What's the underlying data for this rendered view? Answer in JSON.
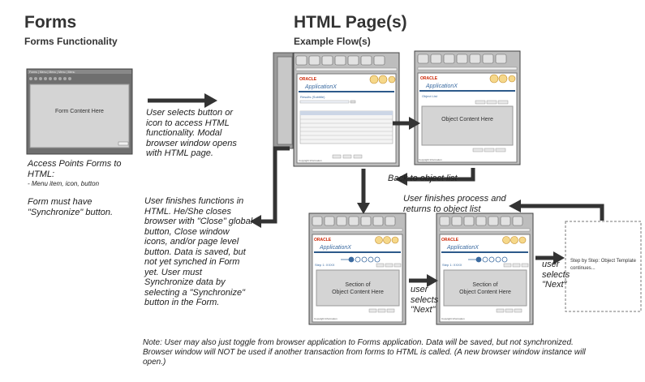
{
  "left": {
    "title": "Forms",
    "subtitle": "Forms Functionality",
    "mock_menu": "Forms | Menu | Menu | Menu | Menu",
    "content_label": "Form Content Here",
    "access_title": "Access Points Forms to HTML:",
    "access_list": "- Menu item, icon, button",
    "sync_note": "Form must have \"Synchronize\" button."
  },
  "right": {
    "title": "HTML Page(s)",
    "subtitle": "Example Flow(s)"
  },
  "labels": {
    "user_selects": "User selects button or icon to access HTML functionality. Modal browser window opens with HTML page.",
    "back_to_list": "Back to object list",
    "finishes_process": "User finishes process and returns to object list",
    "finishes_functions": "User finishes functions in HTML. He/She closes browser with \"Close\" global button, Close window icons, and/or page level button. Data is saved, but not yet synched in Form yet. User must Synchronize data by selecting a \"Synchronize\" button in the Form.",
    "user_selects_next_1": "user selects \"Next\"",
    "user_selects_next_2": "user selects \"Next\"",
    "step_template": "Step by Step: Object Template continues..."
  },
  "windows": {
    "oracle": "ORACLE",
    "app_name": "ApplicationX",
    "object_content": "Object Content Here",
    "section_content": "Section of Object Content Here",
    "object_list": "Object List",
    "results": "Results (Subtitle)",
    "step": "Step 1: XXXX",
    "copyright": "Copyright Information"
  },
  "footer_note": "Note: User may also just toggle from browser application to Forms application. Data will be saved, but not synchronized. Browser window will NOT be used if another transaction from forms to HTML is called. (A new browser window instance will open.)"
}
